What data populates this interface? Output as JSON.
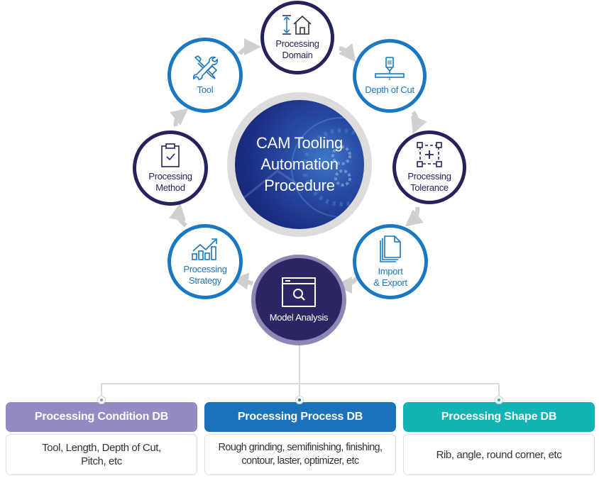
{
  "center": {
    "title": "CAM Tooling\nAutomation\nProcedure"
  },
  "hub": {
    "label": "Model Analysis",
    "icon": "window-search-icon"
  },
  "cycle_nodes": [
    {
      "id": "processing-domain",
      "label": "Processing\nDomain",
      "icon": "height-house-icon",
      "style": "navy"
    },
    {
      "id": "depth-of-cut",
      "label": "Depth of Cut",
      "icon": "drill-cut-icon",
      "style": "blue"
    },
    {
      "id": "processing-tolerance",
      "label": "Processing\nTolerance",
      "icon": "dashed-box-plus-icon",
      "style": "navy"
    },
    {
      "id": "import-export",
      "label": "Import\n& Export",
      "icon": "documents-icon",
      "style": "blue"
    },
    {
      "id": "processing-strategy",
      "label": "Processing\nStrategy",
      "icon": "growth-chart-icon",
      "style": "blue"
    },
    {
      "id": "processing-method",
      "label": "Processing\nMethod",
      "icon": "clipboard-check-icon",
      "style": "navy"
    },
    {
      "id": "tool",
      "label": "Tool",
      "icon": "wrench-screwdriver-icon",
      "style": "blue"
    }
  ],
  "databases": [
    {
      "title": "Processing Condition DB",
      "description": "Tool, Length, Depth of Cut,\nPitch, etc",
      "color": "#948bc4"
    },
    {
      "title": "Processing Process DB",
      "description": "Rough grinding, semifinishing, finishing,\ncontour, laster, optimizer, etc",
      "color": "#1a72bb"
    },
    {
      "title": "Processing Shape DB",
      "description": "Rib, angle, round corner, etc",
      "color": "#13b3b5"
    }
  ],
  "colors": {
    "blue": "#1a77c2",
    "navy": "#26235c",
    "arrow": "#cfcfcf",
    "connector": "#d9d9d9"
  }
}
